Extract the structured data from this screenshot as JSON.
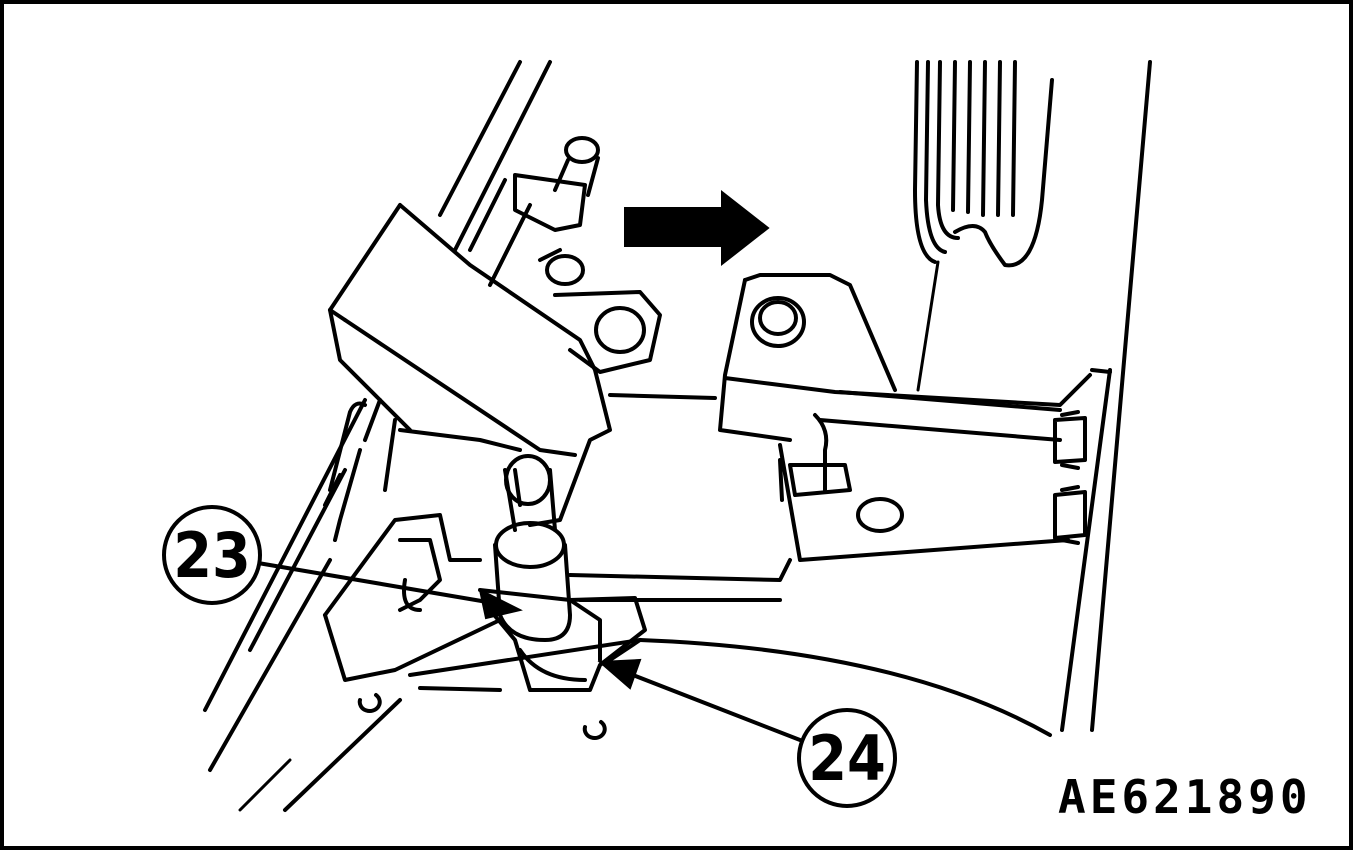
{
  "figure": {
    "code": "AE621890",
    "callouts": [
      {
        "id": "23",
        "label": "23"
      },
      {
        "id": "24",
        "label": "24"
      }
    ],
    "direction_arrow": "right"
  },
  "colors": {
    "ink": "#000000",
    "paper": "#ffffff"
  }
}
